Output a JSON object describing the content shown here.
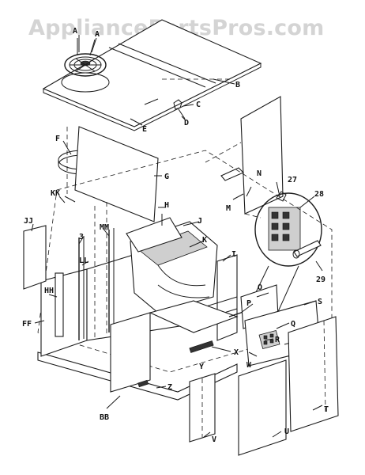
{
  "watermark": "AppliancePartsPros.com",
  "parts": {
    "A": "A",
    "B": "B",
    "C": "C",
    "D": "D",
    "E": "E",
    "F": "F",
    "G": "G",
    "H": "H",
    "I": "I",
    "J": "J",
    "K": "K",
    "N": "N",
    "M": "M",
    "O": "O",
    "P": "P",
    "Q": "Q",
    "R": "R",
    "S": "S",
    "T": "T",
    "U": "U",
    "V": "V",
    "W": "W",
    "X": "X",
    "Y": "Y",
    "Z": "Z",
    "BB": "BB",
    "FF": "FF",
    "HH": "HH",
    "JJ": "JJ",
    "KK": "KK",
    "LL": "LL",
    "MM": "MM",
    "3": "3",
    "27": "27",
    "28": "28",
    "29": "29"
  }
}
